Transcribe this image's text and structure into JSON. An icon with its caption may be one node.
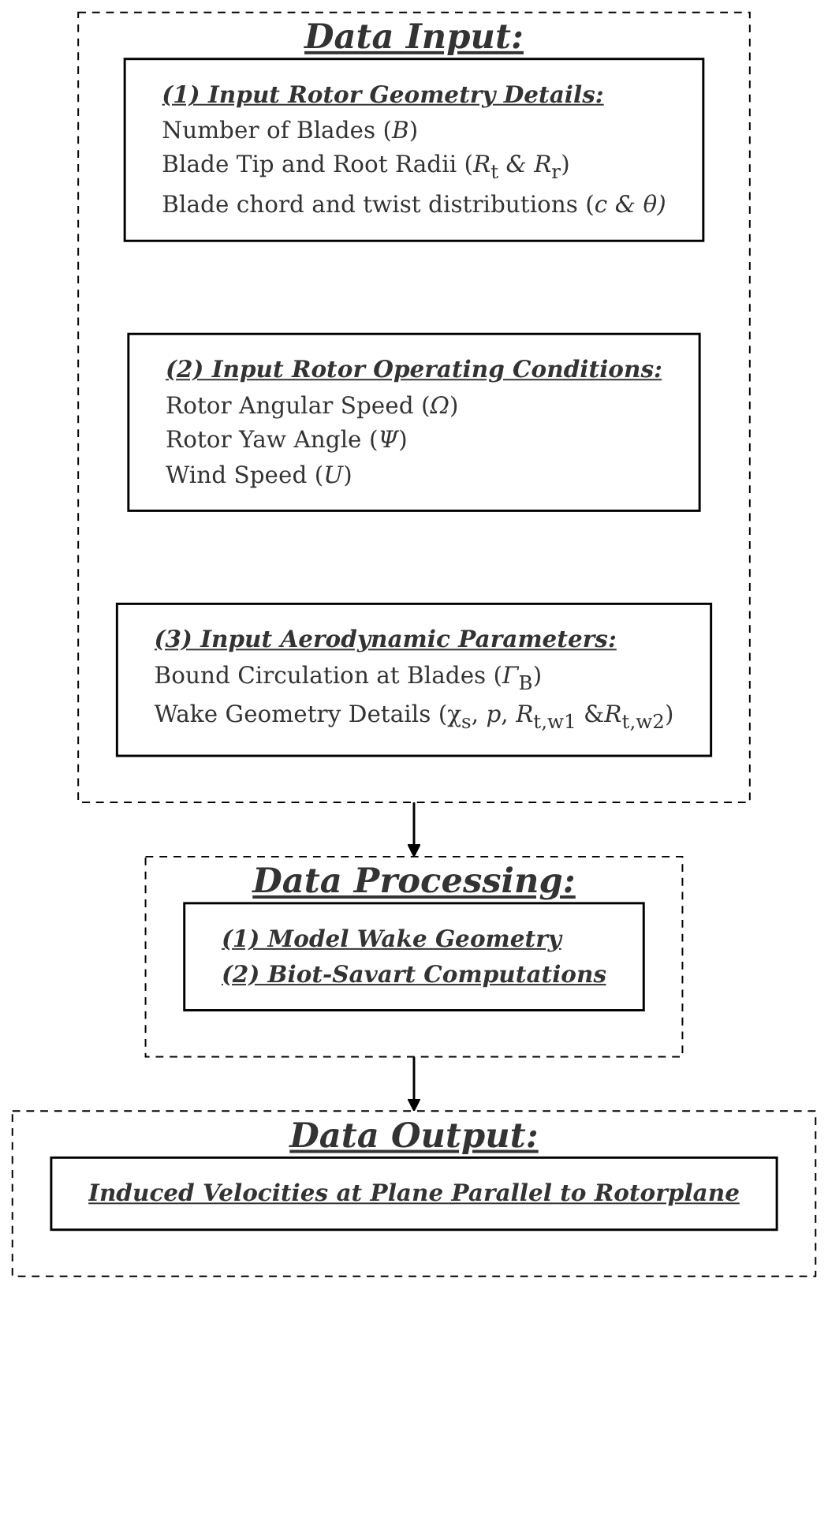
{
  "diagram": {
    "nodes": [
      {
        "text": [
          "Data Input:"
        ]
      },
      {
        "text": [
          "(1) Input Rotor Geometry Details:",
          "Number of Blades (*B*)",
          "Blade Tip and Root Radii (*R*$_{t}$ *& R*$_{r}$)",
          "Blade chord and twist distributions (*c & θ)*"
        ],
        "in": 0
      },
      {
        "text": [
          "(2) Input Rotor Operating Conditions:",
          "Rotor Angular Speed (*Ω*)",
          "Rotor Yaw Angle (*Ψ*)",
          "Wind Speed (*U*)"
        ],
        "in": 0
      },
      {
        "text": [
          "(3) Input Aerodynamic Parameters:",
          "Bound Circulation at Blades (*Γ*$_{B}$)",
          "Wake Geometry Details (χ$_{s}$, *p*, *R*$_{t,w1}$ &*R*$_{t,w2}$)"
        ],
        "in": 0
      },
      {
        "text": [
          "Data Processing:"
        ]
      },
      {
        "text": [
          "(1) Model Wake Geometry",
          "(2) Biot-Savart Computations"
        ],
        "in": 4
      },
      {
        "text": [
          "Data Output:"
        ]
      },
      {
        "text": [
          "Induced Velocities at Plane Parallel to Rotorplane"
        ],
        "in": 6
      }
    ],
    "edges": [
      {
        "from": 0,
        "to": 4,
        "arrow": "to"
      },
      {
        "from": 4,
        "to": 6,
        "arrow": "to"
      }
    ]
  }
}
